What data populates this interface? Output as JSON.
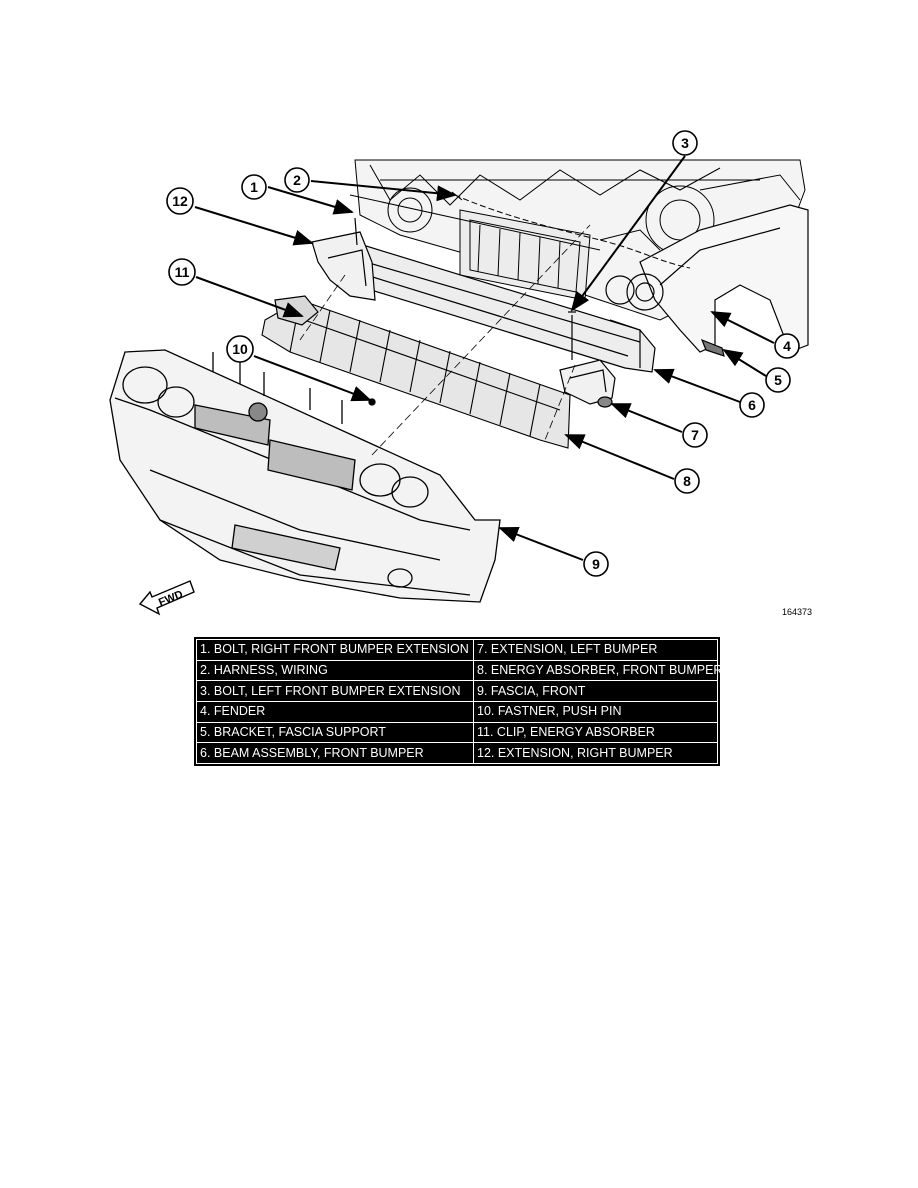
{
  "figure": {
    "figure_id": "164373",
    "fwd_label": "FWD",
    "callouts": [
      "1",
      "2",
      "3",
      "4",
      "5",
      "6",
      "7",
      "8",
      "9",
      "10",
      "11",
      "12"
    ]
  },
  "legend": {
    "rows": [
      [
        "1. BOLT, RIGHT FRONT BUMPER EXTENSION",
        "7. EXTENSION, LEFT BUMPER"
      ],
      [
        "2. HARNESS, WIRING",
        "8. ENERGY ABSORBER, FRONT BUMPER"
      ],
      [
        "3. BOLT, LEFT FRONT BUMPER EXTENSION",
        "9. FASCIA, FRONT"
      ],
      [
        "4. FENDER",
        "10. FASTNER, PUSH PIN"
      ],
      [
        "5. BRACKET, FASCIA SUPPORT",
        "11. CLIP, ENERGY ABSORBER"
      ],
      [
        "6. BEAM ASSEMBLY, FRONT BUMPER",
        "12. EXTENSION, RIGHT BUMPER"
      ]
    ]
  }
}
